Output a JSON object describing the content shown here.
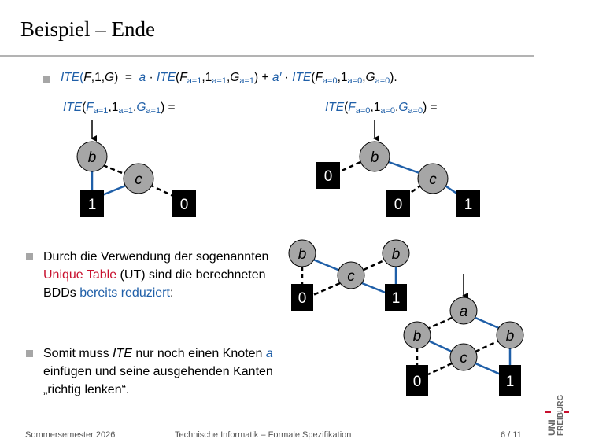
{
  "title": "Beispiel – Ende",
  "formula_main": {
    "lhs": "ITE(F,1,G)",
    "eq": "=",
    "t1_var": "a",
    "t1_rest": "ITE(F",
    "plus": "+",
    "t2_var": "a′",
    "t2_rest": "ITE(F"
  },
  "left_heading": "ITE(Fa=1,1a=1,Ga=1) =",
  "right_heading": "ITE(Fa=0,1a=0,Ga=0) =",
  "bullet1": {
    "pre": "Durch die Verwendung der sogenannten ",
    "red": "Unique Table",
    "mid": " (UT) sind die berechneten BDDs ",
    "blue": "bereits reduziert",
    "post": ":"
  },
  "bullet2": {
    "pre": "Somit muss ",
    "ite": "ITE",
    "mid": " nur noch einen Knoten ",
    "a": "a",
    "post": " einfügen und seine ausgehenden Kanten „richtig lenken“."
  },
  "diagram": {
    "left": {
      "b": "b",
      "c": "c",
      "one": "1",
      "zero": "0"
    },
    "right": {
      "b": "b",
      "c": "c",
      "zero_left": "0",
      "zero_mid": "0",
      "one": "1"
    },
    "mid": {
      "b": "b",
      "b2": "b",
      "c": "c",
      "zero": "0",
      "one": "1"
    },
    "final": {
      "a": "a",
      "b": "b",
      "b2": "b",
      "c": "c",
      "zero": "0",
      "one": "1"
    }
  },
  "colors": {
    "blue": "#1f5fa8",
    "red": "#c8102e",
    "node_fill": "#a6a6a6",
    "terminal_fill": "#000000"
  },
  "footer": {
    "left": "Sommersemester 2026",
    "center": "Technische Informatik – Formale Spezifikation",
    "right": "6 / 11"
  },
  "logo": {
    "uni": "UNI",
    "freiburg": "FREIBURG"
  }
}
